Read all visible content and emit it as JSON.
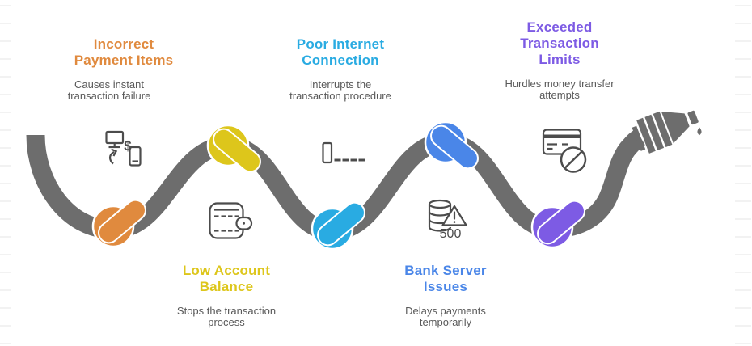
{
  "colors": {
    "hose": "#6d6d6d",
    "icon_stroke": "#4c4c4c",
    "subtitle_text": "#595959",
    "background": "#ffffff"
  },
  "icon_text": {
    "dollar": "$",
    "server_error_code": "500"
  },
  "decorations": {
    "nozzle_icon": "hose-nozzle-icon",
    "drop_icon": "water-drop-icon",
    "rope_icon": "hose-pipe"
  },
  "items": [
    {
      "id": "incorrect-payment-items",
      "title_lines": [
        "Incorrect",
        "Payment Items"
      ],
      "subtitle_lines": [
        "Causes instant",
        "transaction failure"
      ],
      "color": "#e08a3e",
      "icon": "money-transfer-icon",
      "label_position": "top",
      "knot_position": "bottom"
    },
    {
      "id": "low-account-balance",
      "title_lines": [
        "Low Account",
        "Balance"
      ],
      "subtitle_lines": [
        "Stops the transaction",
        "process"
      ],
      "color": "#ddc61b",
      "icon": "wallet-icon",
      "label_position": "bottom",
      "knot_position": "top"
    },
    {
      "id": "poor-internet-connection",
      "title_lines": [
        "Poor Internet",
        "Connection"
      ],
      "subtitle_lines": [
        "Interrupts the",
        "transaction procedure"
      ],
      "color": "#29abe2",
      "icon": "no-signal-icon",
      "label_position": "top",
      "knot_position": "bottom"
    },
    {
      "id": "bank-server-issues",
      "title_lines": [
        "Bank Server",
        "Issues"
      ],
      "subtitle_lines": [
        "Delays payments",
        "temporarily"
      ],
      "color": "#4a86e8",
      "icon": "server-error-icon",
      "label_position": "bottom",
      "knot_position": "top"
    },
    {
      "id": "exceeded-transaction-limits",
      "title_lines": [
        "Exceeded",
        "Transaction",
        "Limits"
      ],
      "subtitle_lines": [
        "Hurdles money transfer",
        "attempts"
      ],
      "color": "#7d5be4",
      "icon": "blocked-card-icon",
      "label_position": "top",
      "knot_position": "bottom"
    }
  ]
}
